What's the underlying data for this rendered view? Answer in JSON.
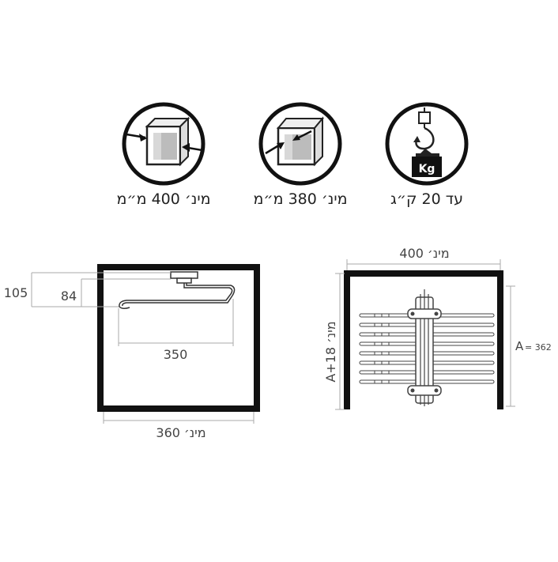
{
  "icons": {
    "width_label": "מינ׳ 400 מ״מ",
    "depth_label": "מינ׳ 380 מ״מ",
    "load_label": "עד 20 ק״ג",
    "weight_text": "Kg"
  },
  "side_view": {
    "height_outer": "105",
    "height_inner": "84",
    "rail_length": "350",
    "min_depth": "מינ׳ 360"
  },
  "front_view": {
    "min_width": "מינ׳ 400",
    "height_label": "A+18 מינ׳",
    "a_label": "A",
    "a_value": "= 362"
  }
}
